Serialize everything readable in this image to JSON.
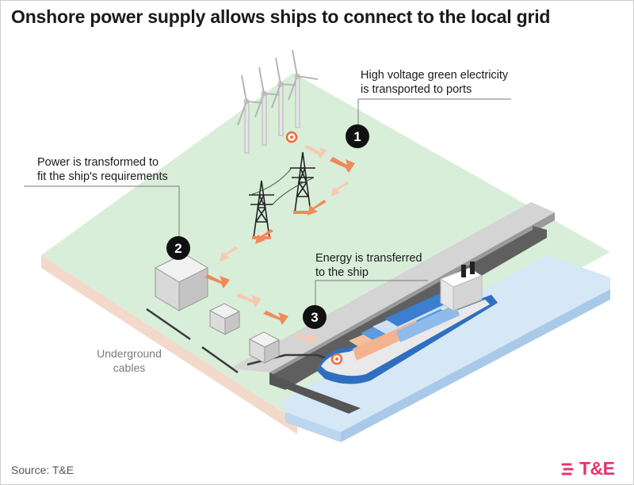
{
  "title": "Onshore power supply allows ships to connect to the local grid",
  "steps": [
    {
      "number": "1",
      "text_line1": "High voltage green electricity",
      "text_line2": "is transported to ports"
    },
    {
      "number": "2",
      "text_line1": "Power is transformed to",
      "text_line2": "fit the ship's requirements"
    },
    {
      "number": "3",
      "text_line1": "Energy is transferred",
      "text_line2": "to the ship"
    }
  ],
  "underground_label_line1": "Underground",
  "underground_label_line2": "cables",
  "source": "Source: T&E",
  "brand": "T&E",
  "colors": {
    "land": "#d8eed9",
    "land_edge": "#f3d9c9",
    "water": "#cfe3f3",
    "quay": "#cfcfcf",
    "arrow": "#ef8a5a",
    "arrow_faded": "#f6c9b0",
    "ship_hull": "#2f6fc0",
    "brand": "#e8336b"
  }
}
